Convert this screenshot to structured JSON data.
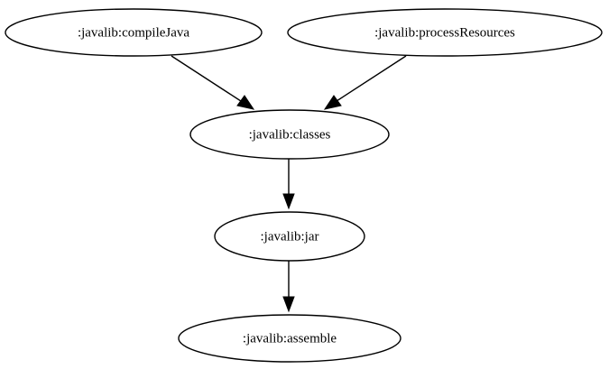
{
  "nodes": [
    {
      "id": "compileJava",
      "label": ":javalib:compileJava"
    },
    {
      "id": "processResources",
      "label": ":javalib:processResources"
    },
    {
      "id": "classes",
      "label": ":javalib:classes"
    },
    {
      "id": "jar",
      "label": ":javalib:jar"
    },
    {
      "id": "assemble",
      "label": ":javalib:assemble"
    }
  ],
  "edges": [
    {
      "from": "compileJava",
      "to": "classes"
    },
    {
      "from": "processResources",
      "to": "classes"
    },
    {
      "from": "classes",
      "to": "jar"
    },
    {
      "from": "jar",
      "to": "assemble"
    }
  ],
  "colors": {
    "stroke": "#000000",
    "background": "#ffffff"
  }
}
